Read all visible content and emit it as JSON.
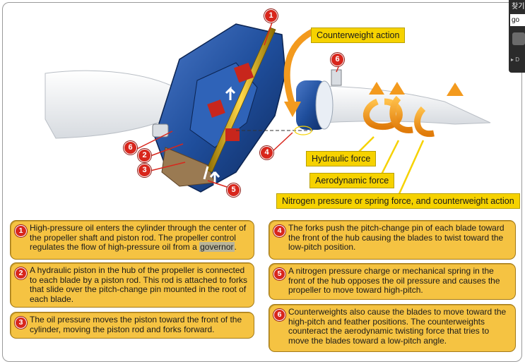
{
  "diagram": {
    "labels": {
      "counterweight_action": "Counterweight action",
      "hydraulic_force": "Hydraulic force",
      "aerodynamic_force": "Aerodynamic force",
      "nitrogen_pressure": "Nitrogen pressure or spring force, and counterweight action"
    },
    "badges": [
      "1",
      "2",
      "3",
      "4",
      "5",
      "6",
      "6"
    ]
  },
  "callouts": [
    {
      "num": "1",
      "text_before": "High-pressure oil enters the cylinder through the center of the propeller shaft and piston rod. The propeller control regulates the flow of high-pressure oil from a ",
      "highlight": "governor",
      "text_after": "."
    },
    {
      "num": "2",
      "text": "A hydraulic piston in the hub of the propeller is connected to each blade by a piston rod. This rod is attached to forks that slide over the pitch-change pin mounted in the root of each blade."
    },
    {
      "num": "3",
      "text": "The oil pressure moves the piston toward the front of the cylinder, moving the piston rod and forks forward."
    },
    {
      "num": "4",
      "text": "The forks push the pitch-change pin of each blade toward the front of the hub causing the blades to twist toward the low-pitch position."
    },
    {
      "num": "5",
      "text": "A nitrogen pressure charge or mechanical spring in the front of the hub opposes the oil pressure and causes the propeller to move toward high-pitch."
    },
    {
      "num": "6",
      "text": "Counterweights also cause the blades to move toward the high-pitch and feather positions. The counterweights counteract the aerodynamic twisting force that tries to move the blades toward a low-pitch angle."
    }
  ],
  "side_panel": {
    "title": "찾기",
    "input_value": "go",
    "more": "▸ D"
  },
  "colors": {
    "label_yellow": "#f6d200",
    "callout_gold": "#f5c342",
    "badge_red": "#d8261c",
    "hub_blue": "#1f4e9c",
    "arrow_orange": "#f39a1e"
  }
}
